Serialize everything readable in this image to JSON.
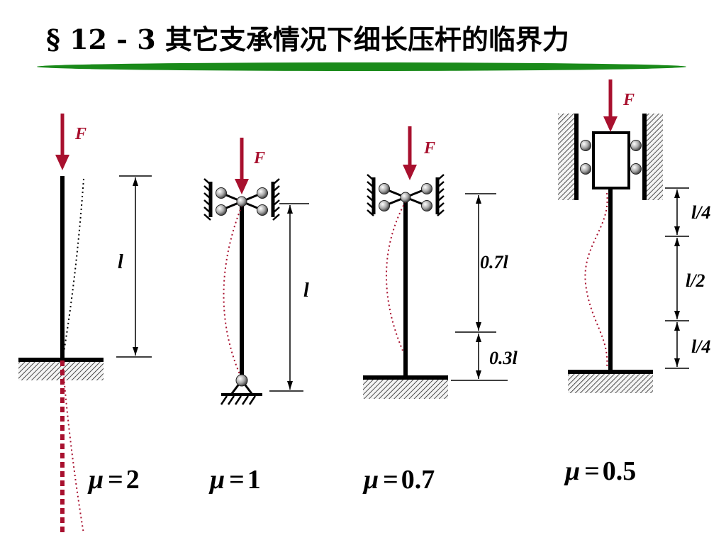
{
  "title": "§ 12 - 3 其它支承情况下细长压杆的临界力",
  "colors": {
    "force": "#a8102e",
    "deflection": "#a8102e",
    "divider": "#1a8a1a"
  },
  "cases": [
    {
      "force": "F",
      "lengths": [
        "l"
      ],
      "mu_symbol": "μ",
      "mu_eq": "=",
      "mu_value": "2"
    },
    {
      "force": "F",
      "lengths": [
        "l"
      ],
      "mu_symbol": "μ",
      "mu_eq": "=",
      "mu_value": "1"
    },
    {
      "force": "F",
      "lengths": [
        "0.7l",
        "0.3l"
      ],
      "mu_symbol": "μ",
      "mu_eq": "=",
      "mu_value": "0.7"
    },
    {
      "force": "F",
      "lengths": [
        "l/4",
        "l/2",
        "l/4"
      ],
      "mu_symbol": "μ",
      "mu_eq": "=",
      "mu_value": "0.5"
    }
  ]
}
